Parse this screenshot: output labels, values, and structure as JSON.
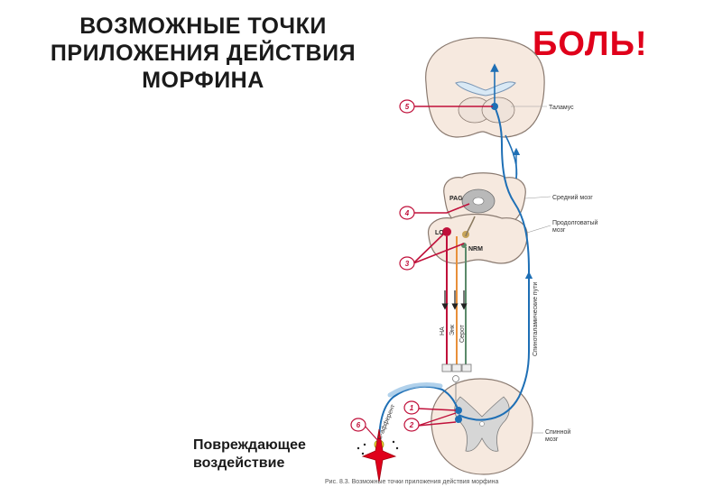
{
  "title": {
    "line1": "ВОЗМОЖНЫЕ  ТОЧКИ",
    "line2": "ПРИЛОЖЕНИЯ ДЕЙСТВИЯ",
    "line3": "МОРФИНА"
  },
  "pain_label": "БОЛЬ!",
  "stimulus": {
    "line1": "Повреждающее",
    "line2": "воздействие"
  },
  "structures": {
    "thalamus": "Таламус",
    "midbrain": "Средний мозг",
    "medulla_line1": "Продолговатый",
    "medulla_line2": "мозг",
    "spinal_line1": "Спинной",
    "spinal_line2": "мозг"
  },
  "nuclei": {
    "pag": "PAG",
    "lc": "LC",
    "nrm": "NRM"
  },
  "tract": "Спиноталамические пути",
  "fibers": {
    "na": "НА",
    "enk": "Энк",
    "sero": "Серот"
  },
  "afferent": "С-афферент",
  "sites": [
    "1",
    "2",
    "3",
    "4",
    "5",
    "6"
  ],
  "caption": "Рис. 8.3. Возможные точки приложения действия морфина",
  "colors": {
    "pain": "#e0001b",
    "ascending": "#1e6fb5",
    "descending_red": "#c0103a",
    "descending_orange": "#e8903a",
    "descending_green": "#5a8a6a",
    "tissue": "#f6e9df"
  }
}
